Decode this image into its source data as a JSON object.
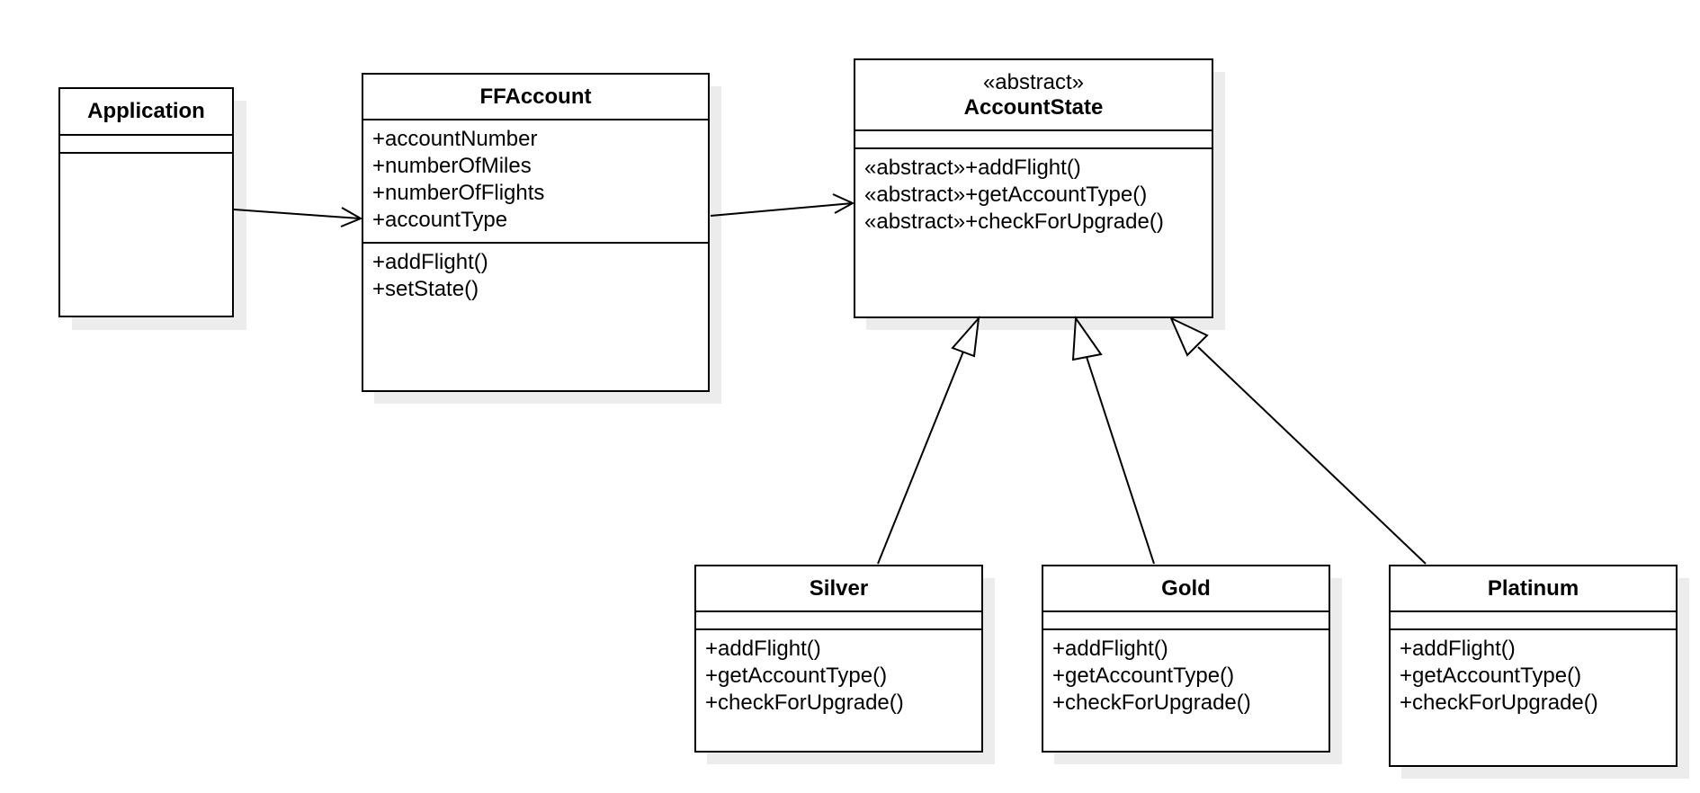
{
  "classes": {
    "application": {
      "name": "Application",
      "attributes": [],
      "operations": []
    },
    "ffaccount": {
      "name": "FFAccount",
      "attributes": [
        "+accountNumber",
        "+numberOfMiles",
        "+numberOfFlights",
        "+accountType"
      ],
      "operations": [
        "+addFlight()",
        "+setState()"
      ]
    },
    "accountstate": {
      "stereotype": "«abstract»",
      "name": "AccountState",
      "attributes": [],
      "operations": [
        "«abstract»+addFlight()",
        "«abstract»+getAccountType()",
        "«abstract»+checkForUpgrade()"
      ]
    },
    "silver": {
      "name": "Silver",
      "attributes": [],
      "operations": [
        "+addFlight()",
        "+getAccountType()",
        "+checkForUpgrade()"
      ]
    },
    "gold": {
      "name": "Gold",
      "attributes": [],
      "operations": [
        "+addFlight()",
        "+getAccountType()",
        "+checkForUpgrade()"
      ]
    },
    "platinum": {
      "name": "Platinum",
      "attributes": [],
      "operations": [
        "+addFlight()",
        "+getAccountType()",
        "+checkForUpgrade()"
      ]
    }
  },
  "relationships": [
    {
      "type": "association",
      "from": "Application",
      "to": "FFAccount"
    },
    {
      "type": "association",
      "from": "FFAccount",
      "to": "AccountState"
    },
    {
      "type": "generalization",
      "from": "Silver",
      "to": "AccountState"
    },
    {
      "type": "generalization",
      "from": "Gold",
      "to": "AccountState"
    },
    {
      "type": "generalization",
      "from": "Platinum",
      "to": "AccountState"
    }
  ],
  "colors": {
    "line": "#000000",
    "fill": "#ffffff",
    "shadow": "#ececec"
  }
}
